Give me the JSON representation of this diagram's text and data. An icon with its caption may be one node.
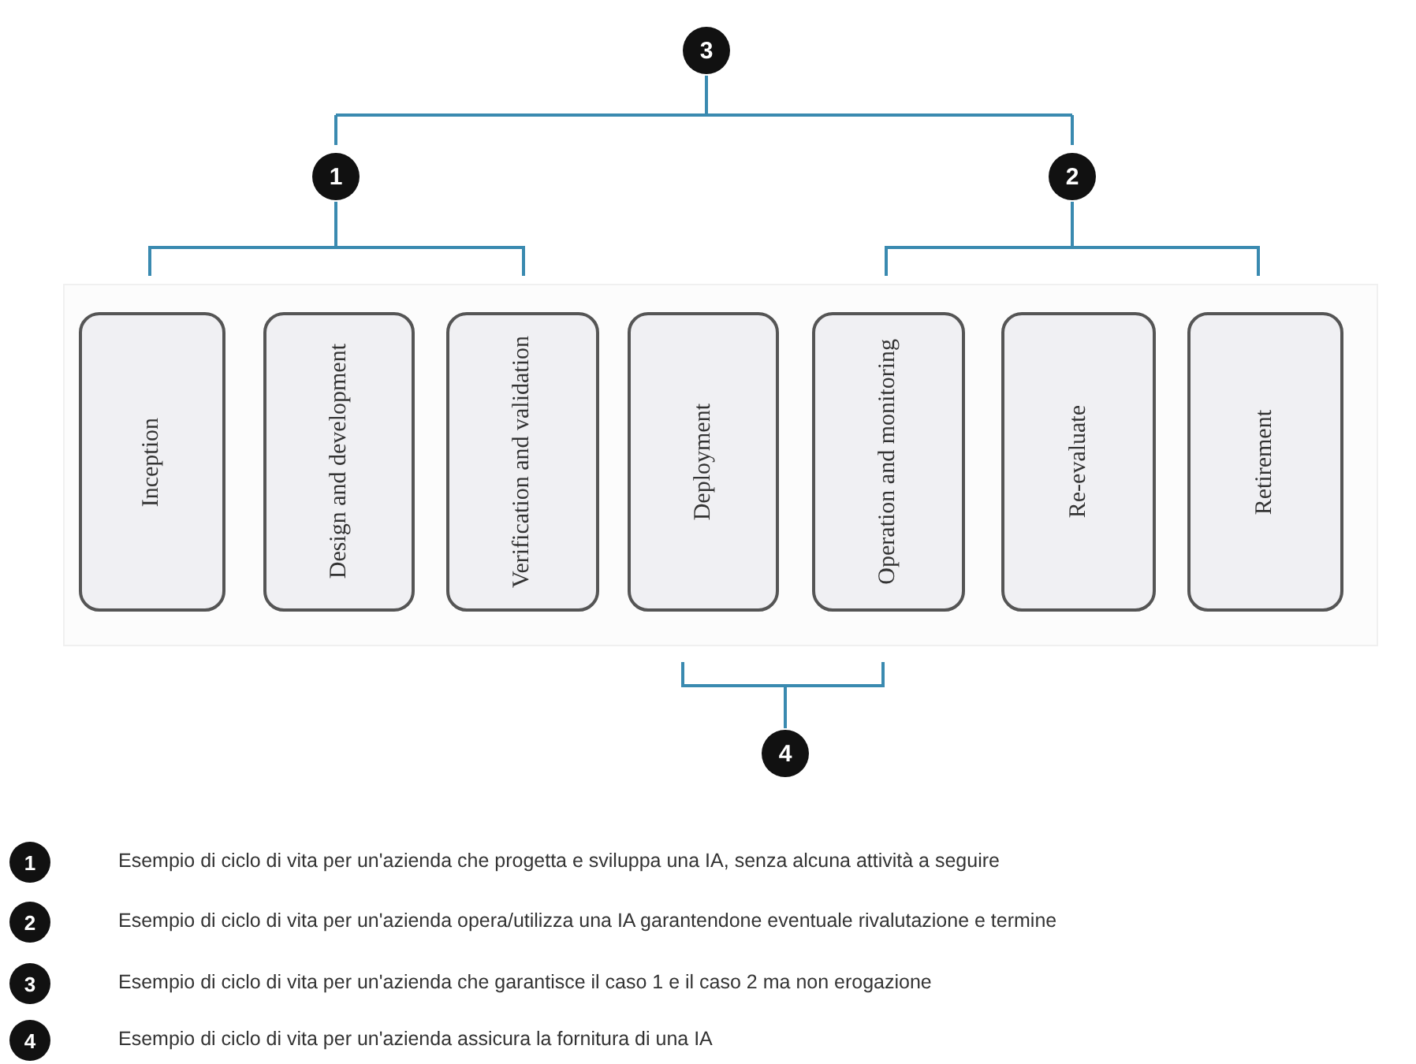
{
  "diagram": {
    "nodes": [
      {
        "text": [
          "Inception"
        ]
      },
      {
        "text": [
          "Design and development"
        ]
      },
      {
        "text": [
          "Verification and validation"
        ]
      },
      {
        "text": [
          "Deployment"
        ]
      },
      {
        "text": [
          "Operation and monitoring"
        ]
      },
      {
        "text": [
          "Re-evaluate"
        ]
      },
      {
        "text": [
          "Retirement"
        ]
      }
    ],
    "labels": [
      "3",
      "1",
      "2",
      "4",
      "1",
      "2",
      "3",
      "4"
    ],
    "legend": [
      {
        "text": "Esempio di ciclo di vita per un'azienda che progetta e sviluppa una IA, senza alcuna attività a seguire"
      },
      {
        "text": "Esempio di ciclo di vita per un'azienda opera/utilizza una IA garantendone eventuale rivalutazione e termine"
      },
      {
        "text": "Esempio di ciclo di vita per un'azienda che garantisce il caso 1 e il caso 2 ma non erogazione"
      },
      {
        "text": "Esempio di ciclo di vita per un'azienda assicura la fornitura di una IA"
      }
    ]
  }
}
